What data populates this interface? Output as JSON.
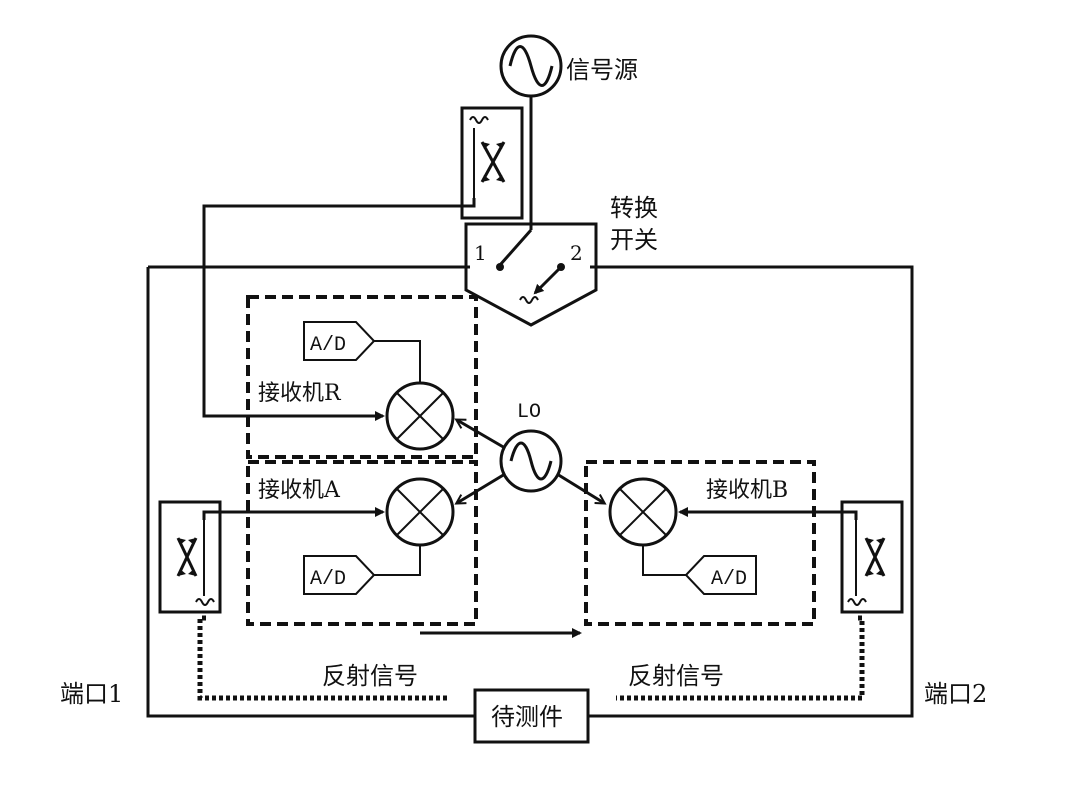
{
  "labels": {
    "signal_source": "信号源",
    "switch_line1": "转换",
    "switch_line2": "开关",
    "switch_pos1": "1",
    "switch_pos2": "2",
    "ad_r": "A/D",
    "ad_a": "A/D",
    "ad_b": "A/D",
    "receiver_r": "接收机R",
    "receiver_a": "接收机A",
    "receiver_b": "接收机B",
    "lo": "LO",
    "reflected_left": "反射信号",
    "reflected_right": "反射信号",
    "port1": "端口1",
    "port2": "端口2",
    "dut": "待测件"
  }
}
